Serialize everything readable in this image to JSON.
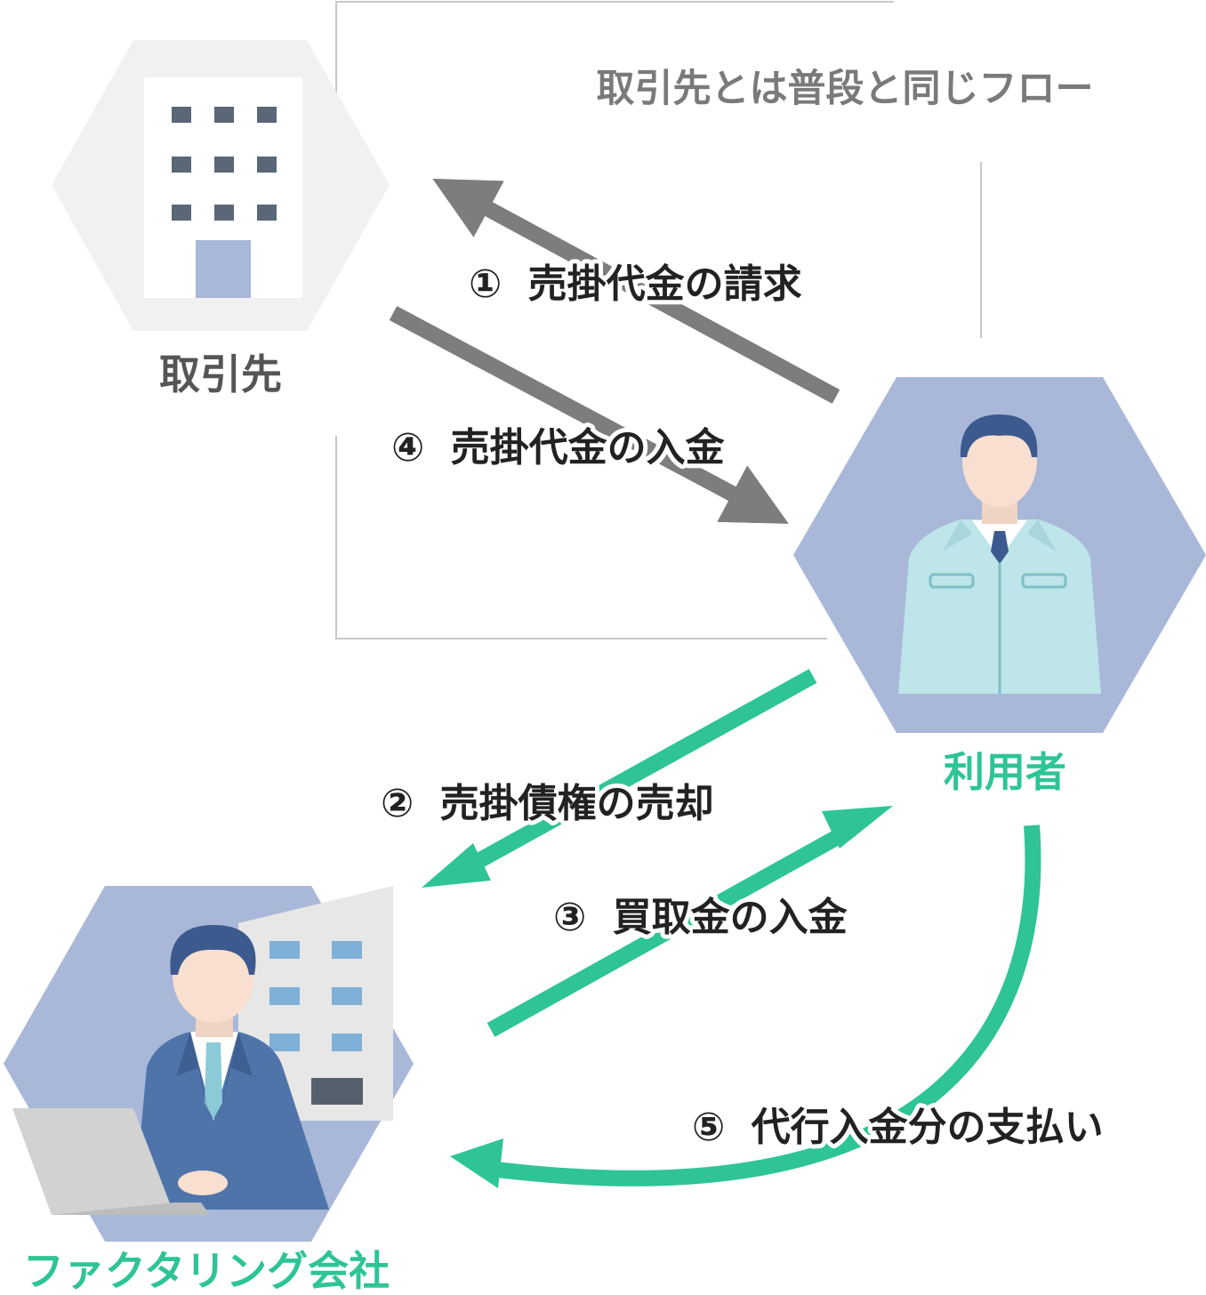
{
  "title": "取引先とは普段と同じフロー",
  "nodes": {
    "client": "取引先",
    "user": "利用者",
    "factoring": "ファクタリング会社"
  },
  "steps": [
    {
      "num": "①",
      "label": "売掛代金の請求"
    },
    {
      "num": "②",
      "label": "売掛債権の売却"
    },
    {
      "num": "③",
      "label": "買取金の入金"
    },
    {
      "num": "④",
      "label": "売掛代金の入金"
    },
    {
      "num": "⑤",
      "label": "代行入金分の支払い"
    }
  ],
  "colors": {
    "gray_arrow": "#7d7d7d",
    "green_arrow": "#2ec496",
    "hex_gray": "#f0f0f0",
    "hex_blue": "#a9b8d8",
    "green_text": "#2ec496",
    "gray_text": "#555555"
  },
  "icons": [
    "building-icon",
    "worker-icon",
    "businessman-icon",
    "laptop-icon"
  ]
}
